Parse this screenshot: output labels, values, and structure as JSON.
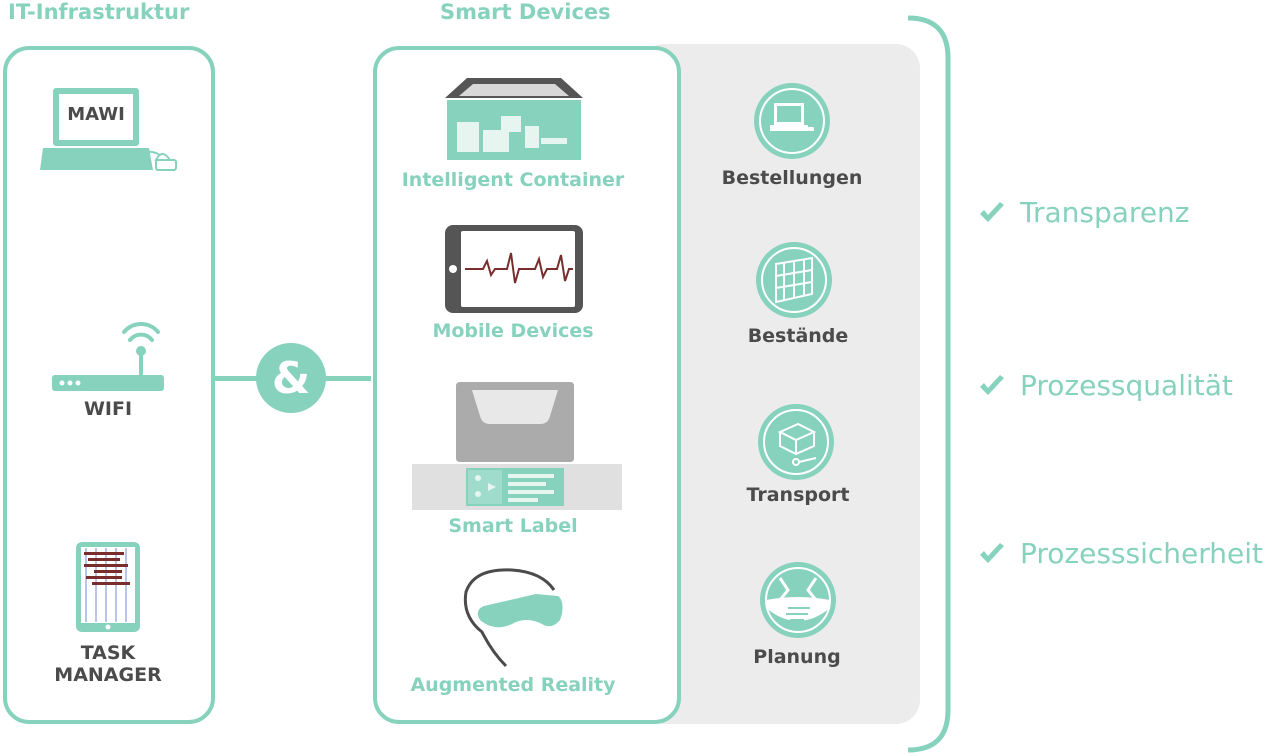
{
  "headings": {
    "it_infrastructure": "IT-Infrastruktur",
    "smart_devices": "Smart Devices"
  },
  "connector_symbol": "&",
  "it_items": [
    {
      "label": "WIFI",
      "icon": "router-icon"
    },
    {
      "label_line1": "TASK",
      "label_line2": "MANAGER",
      "icon": "tablet-icon"
    }
  ],
  "laptop_screen_text": "MAWI",
  "devices": [
    {
      "label": "Intelligent Container",
      "icon": "container-icon"
    },
    {
      "label": "Mobile Devices",
      "icon": "tablet-heartbeat-icon"
    },
    {
      "label": "Smart Label",
      "icon": "smart-label-icon"
    },
    {
      "label": "Augmented Reality",
      "icon": "vr-headset-icon"
    }
  ],
  "functions": [
    {
      "label": "Bestellungen",
      "icon": "laptop-circle-icon"
    },
    {
      "label": "Bestände",
      "icon": "shelf-circle-icon"
    },
    {
      "label": "Transport",
      "icon": "box-transport-circle-icon"
    },
    {
      "label": "Planung",
      "icon": "planning-circle-icon"
    }
  ],
  "benefits": [
    {
      "label": "Transparenz"
    },
    {
      "label": "Prozessqualität"
    },
    {
      "label": "Prozesssicherheit"
    }
  ],
  "colors": {
    "accent": "#86d2bd",
    "dark_text": "#4b4b4b",
    "panel_gray": "#ececec",
    "heartbeat": "#7a2d2d"
  }
}
